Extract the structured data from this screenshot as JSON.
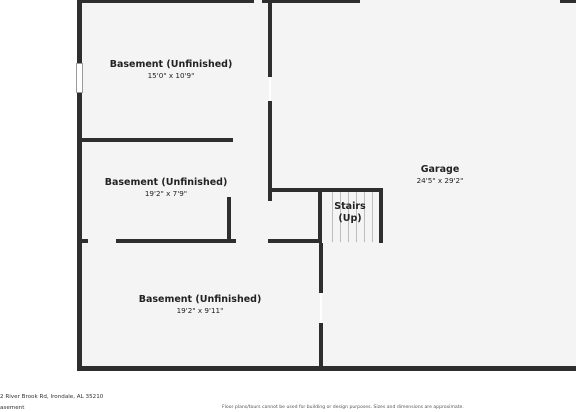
{
  "rooms": {
    "basement_1": {
      "name": "Basement (Unfinished)",
      "dimensions": "15'0\" x 10'9\""
    },
    "basement_2": {
      "name": "Basement (Unfinished)",
      "dimensions": "19'2\" x 7'9\""
    },
    "basement_3": {
      "name": "Basement (Unfinished)",
      "dimensions": "19'2\" x 9'11\""
    },
    "garage": {
      "name": "Garage",
      "dimensions": "24'5\" x 29'2\""
    },
    "stairs": {
      "line1": "Stairs",
      "line2": "(Up)"
    }
  },
  "footer": {
    "address": "2 River Brook Rd, Irondale, AL 35210",
    "level": "asement",
    "disclaimer": "Floor plans/tours cannot be used for building or design purposes. Sizes and dimensions are approximate."
  },
  "colors": {
    "wall": "#2e2e2e",
    "floor": "#f4f4f4",
    "background": "#ffffff"
  }
}
